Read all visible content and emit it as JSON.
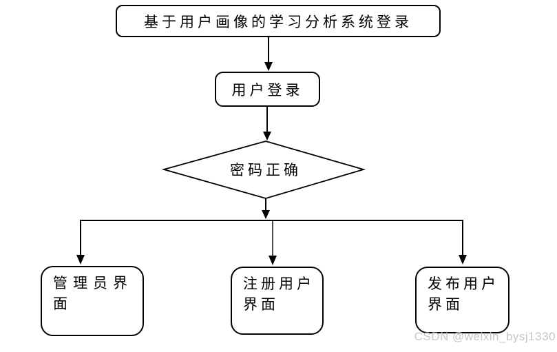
{
  "diagram": {
    "title_node": "基于用户画像的学习分析系统登录",
    "login_node": "用户登录",
    "decision_node": "密码正确",
    "branch_nodes": [
      {
        "id": "admin-interface",
        "lines": [
          "管理员界",
          "面"
        ]
      },
      {
        "id": "register-interface",
        "lines": [
          "注册用户",
          "界面"
        ]
      },
      {
        "id": "publish-interface",
        "lines": [
          "发布用户",
          "界面"
        ]
      }
    ]
  },
  "watermark": "CSDN @weixin_bysj1330",
  "colors": {
    "stroke": "#000000",
    "node_fill": "#ffffff",
    "background": "#ffffff",
    "watermark": "#c6c6c6"
  }
}
